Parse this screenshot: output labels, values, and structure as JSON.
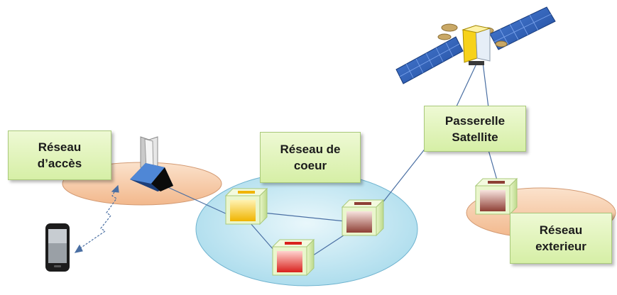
{
  "labels": {
    "access_network": "Réseau\nd’accès",
    "core_network": "Réseau de\ncoeur",
    "satellite_gateway": "Passerelle\nSatellite",
    "external_network": "Réseau\nexterieur"
  },
  "colors": {
    "label_fill": "#dff2b8",
    "access_zone": "#f6c9a6",
    "core_zone": "#c4e6f2",
    "external_zone": "#f6c9a6",
    "node_yellow": "#f4c21c",
    "node_red": "#e0302b",
    "node_brown": "#9a4a3e",
    "link_line": "#4a6fa3",
    "solar_panel": "#2f5fb8",
    "satellite_body": "#f7d21a"
  },
  "icons": [
    "phone-icon",
    "base-station-icon",
    "satellite-icon",
    "router-node-icon"
  ]
}
